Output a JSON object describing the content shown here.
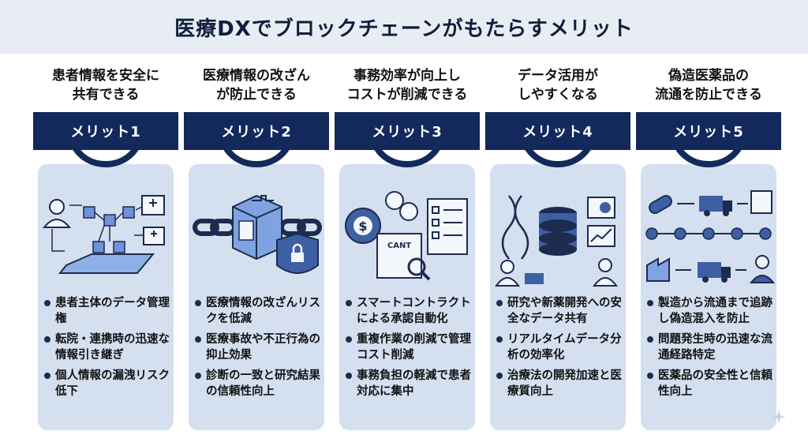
{
  "title": "医療DXでブロックチェーンがもたらすメリット",
  "colors": {
    "navy": "#13295b",
    "card": "#d4dff0",
    "title_bg": "#e8edf4"
  },
  "columns": [
    {
      "heading": [
        "患者情報を安全に",
        "共有できる"
      ],
      "badge": "メリット1",
      "icon": "patient-data-sharing-icon",
      "bullets": [
        "患者主体のデータ管理権",
        "転院・連携時の迅速な情報引き継ぎ",
        "個人情報の漏洩リスク低下"
      ]
    },
    {
      "heading": [
        "医療情報の改ざん",
        "が防止できる"
      ],
      "badge": "メリット2",
      "icon": "chain-lock-icon",
      "bullets": [
        "医療情報の改ざんリスクを低減",
        "医療事故や不正行為の抑止効果",
        "診断の一致と研究結果の信頼性向上"
      ]
    },
    {
      "heading": [
        "事務効率が向上し",
        "コストが削減できる"
      ],
      "badge": "メリット3",
      "icon": "contract-automation-icon",
      "contract_label": "CANT",
      "bullets": [
        "スマートコントラクトによる承認自動化",
        "重複作業の削減で管理コスト削減",
        "事務負担の軽減で患者対応に集中"
      ]
    },
    {
      "heading": [
        "データ活用が",
        "しやすくなる"
      ],
      "badge": "メリット4",
      "icon": "data-utilization-icon",
      "bullets": [
        "研究や新薬開発への安全なデータ共有",
        "リアルタイムデータ分析の効率化",
        "治療法の開発加速と医療質向上"
      ]
    },
    {
      "heading": [
        "偽造医薬品の",
        "流通を防止できる"
      ],
      "badge": "メリット5",
      "icon": "supply-chain-icon",
      "bullets": [
        "製造から流通まで追跡し偽造混入を防止",
        "問題発生時の迅速な流通経路特定",
        "医薬品の安全性と信頼性向上"
      ]
    }
  ]
}
